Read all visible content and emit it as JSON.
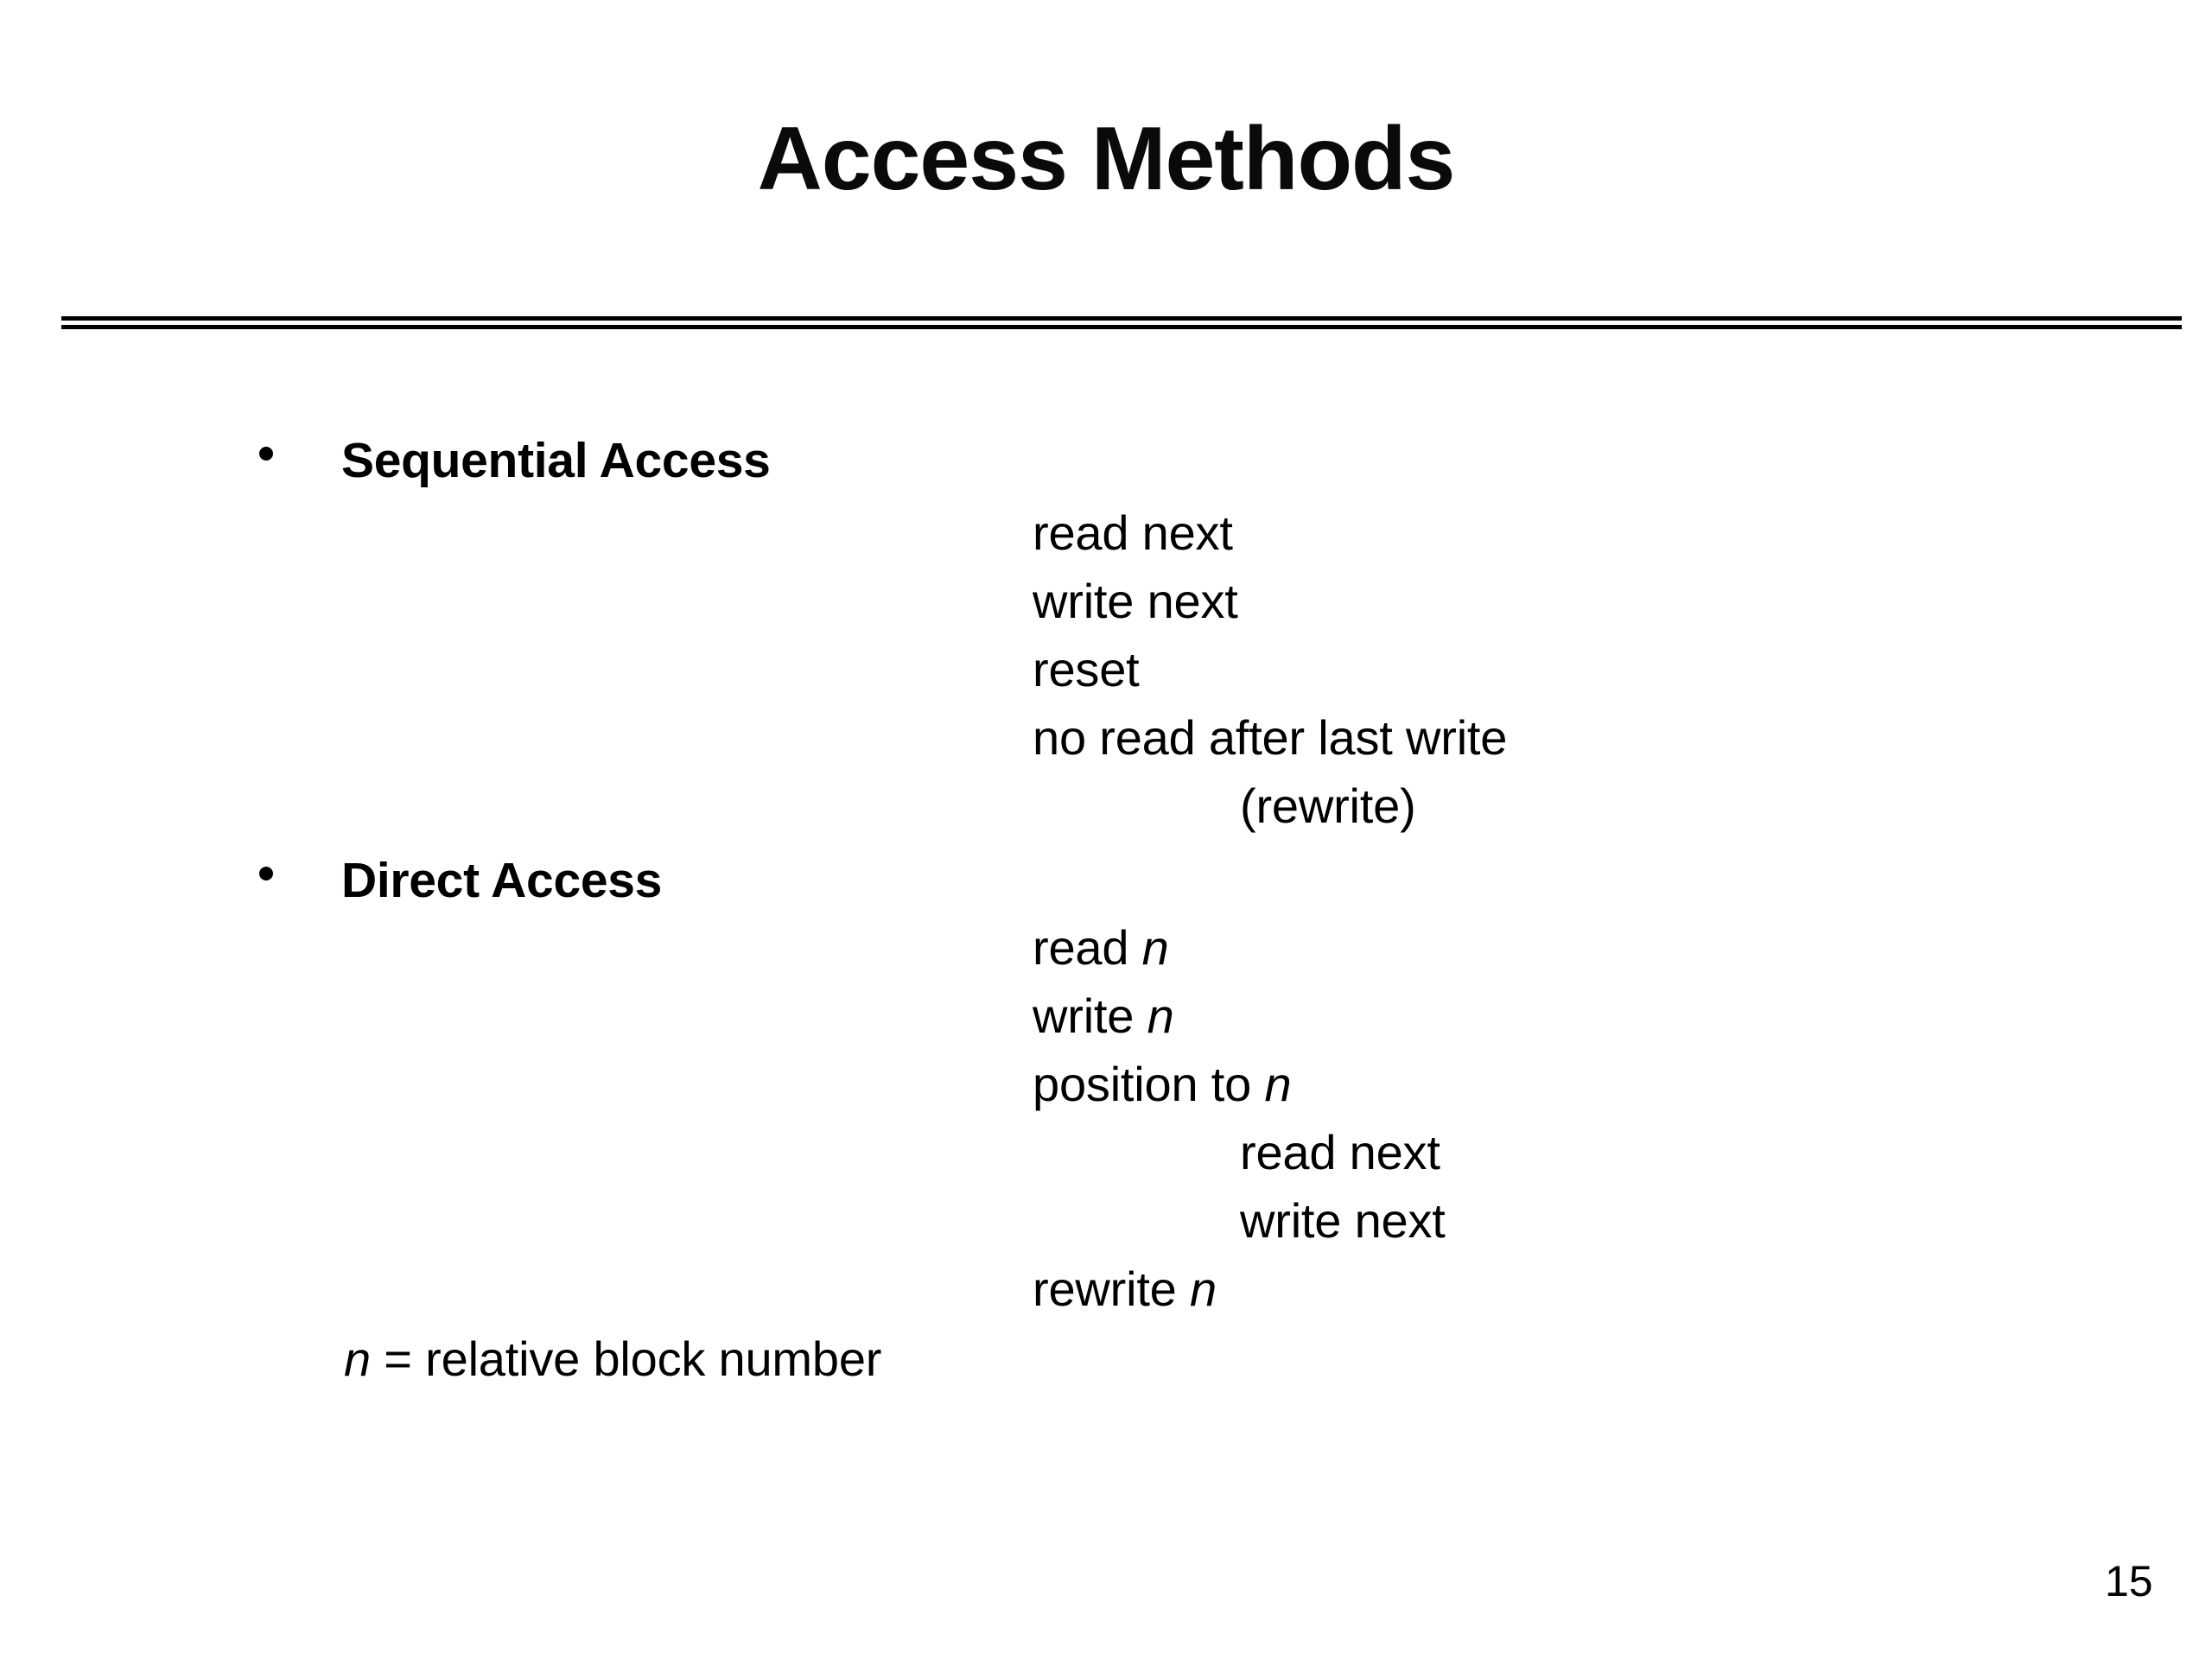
{
  "slide": {
    "title": "Access Methods",
    "page_number": "15",
    "divider": "double-rule"
  },
  "sections": [
    {
      "bullet": "•",
      "heading": "Sequential Access",
      "operations": [
        {
          "text": "read next",
          "var": "",
          "indent": "normal"
        },
        {
          "text": "write next",
          "var": "",
          "indent": "normal"
        },
        {
          "text": "reset",
          "var": "",
          "indent": "normal"
        },
        {
          "text": "no read after last write",
          "var": "",
          "indent": "normal"
        },
        {
          "text": "(rewrite)",
          "var": "",
          "indent": "deep"
        }
      ]
    },
    {
      "bullet": "•",
      "heading": "Direct Access",
      "operations": [
        {
          "text": "read ",
          "var": "n",
          "indent": "normal"
        },
        {
          "text": "write ",
          "var": "n",
          "indent": "normal"
        },
        {
          "text": "position to ",
          "var": "n",
          "indent": "normal"
        },
        {
          "text": "read next",
          "var": "",
          "indent": "deep"
        },
        {
          "text": "write next",
          "var": "",
          "indent": "deep"
        },
        {
          "text": "rewrite ",
          "var": "n",
          "indent": "normal"
        }
      ]
    }
  ],
  "footnote": {
    "var": "n",
    "text": " = relative block number"
  }
}
